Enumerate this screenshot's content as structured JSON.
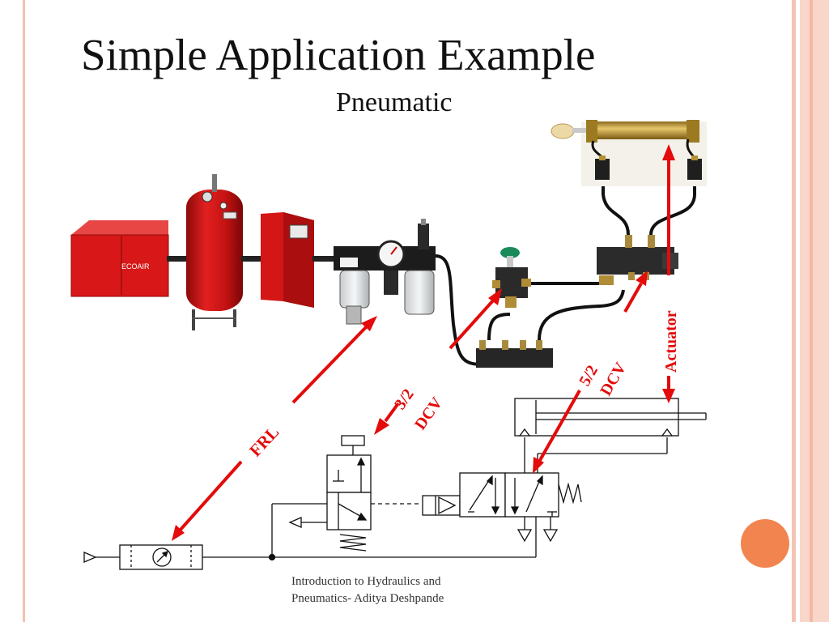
{
  "slide": {
    "title": "Simple Application Example",
    "subtitle": "Pneumatic",
    "footer_line1": "Introduction to Hydraulics and",
    "footer_line2": "Pneumatics- Aditya Deshpande"
  },
  "labels": {
    "frl": "FRL",
    "dcv32_top": "3/2",
    "dcv32_bottom": "DCV",
    "dcv52_top": "5/2",
    "dcv52_bottom": "DCV",
    "actuator": "Actuator",
    "compressor_brand": "ECOAIR"
  },
  "colors": {
    "accent_red": "#e30b0b",
    "equipment_red": "#d81818",
    "frame": "#f4c3b3",
    "dot": "#f2844f"
  }
}
